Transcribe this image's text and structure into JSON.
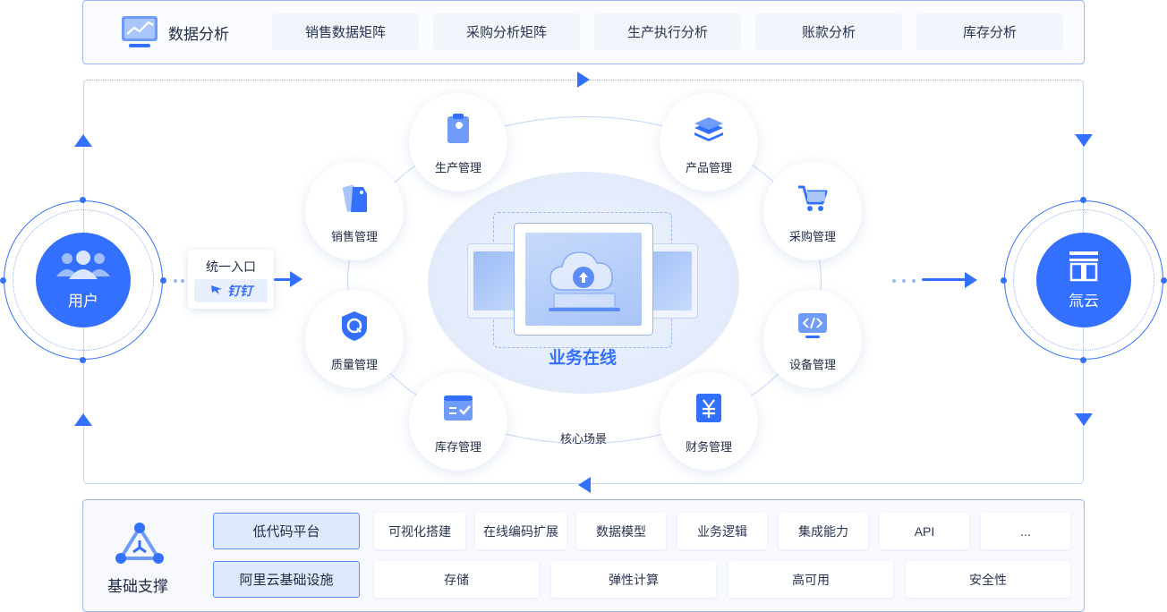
{
  "top": {
    "title": "数据分析",
    "buttons": [
      "销售数据矩阵",
      "采购分析矩阵",
      "生产执行分析",
      "账款分析",
      "库存分析"
    ]
  },
  "user": {
    "label": "用户",
    "icon": "users-icon"
  },
  "entry": {
    "title": "统一入口",
    "brand": "钉钉",
    "icon": "dingtalk-icon"
  },
  "cloud": {
    "label": "氚云",
    "icon": "chuanyun-logo-icon"
  },
  "center": {
    "label": "业务在线",
    "icon": "cloud-upload-icon"
  },
  "modules": [
    {
      "label": "生产管理",
      "icon": "clipboard-wrench-icon"
    },
    {
      "label": "产品管理",
      "icon": "layers-icon"
    },
    {
      "label": "销售管理",
      "icon": "tags-icon"
    },
    {
      "label": "采购管理",
      "icon": "cart-icon"
    },
    {
      "label": "质量管理",
      "icon": "shield-q-icon"
    },
    {
      "label": "设备管理",
      "icon": "code-monitor-icon"
    },
    {
      "label": "库存管理",
      "icon": "inventory-check-icon"
    },
    {
      "label": "财务管理",
      "icon": "yuan-icon"
    }
  ],
  "core_label": "核心场景",
  "bottom": {
    "title": "基础支撑",
    "platform": "低代码平台",
    "infra": "阿里云基础设施",
    "platform_caps": [
      "可视化搭建",
      "在线编码扩展",
      "数据模型",
      "业务逻辑",
      "集成能力",
      "API",
      "..."
    ],
    "infra_caps": [
      "存储",
      "弹性计算",
      "高可用",
      "安全性"
    ]
  },
  "colors": {
    "accent": "#3370ff",
    "border": "#9db8f2",
    "soft": "#eef3fd"
  }
}
